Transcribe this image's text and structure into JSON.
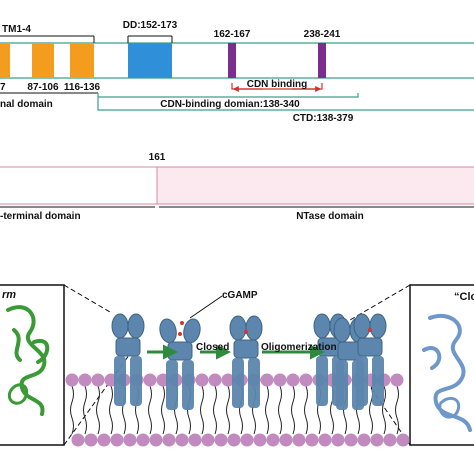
{
  "sting": {
    "tm_label": "TM1-4",
    "dd_label": "DD:152-173",
    "pos_162": "162-167",
    "pos_238": "238-241",
    "seg_1": "7",
    "seg_2": "87-106",
    "seg_3": "116-136",
    "cdn_binding": "CDN binding",
    "n_domain": "nal domain",
    "cdn_domain": "CDN-binding domian:138-340",
    "ctd": "CTD:138-379",
    "colors": {
      "tm": "#f39c1e",
      "dd": "#2f8fd8",
      "motif": "#7b2e8e",
      "line": "#3aa08a",
      "bracket": "#d0312d"
    }
  },
  "cgas": {
    "pos_161": "161",
    "n_terminal": "-terminal domain",
    "ntase": "NTase domain",
    "colors": {
      "ntase_fill": "#fce8ef"
    }
  },
  "panel": {
    "left_label": "rm",
    "right_label": "“Clo",
    "cgamp": "cGAMP",
    "closed": "Closed",
    "oligomerization": "Oligomerization",
    "colors": {
      "protein": "#5c86ad",
      "lipid": "#c28bc0",
      "ligand": "#d9342b",
      "arrow": "#2e8b3e",
      "left_ribbon": "#3a9a35",
      "right_ribbon": "#6e98c9"
    }
  }
}
